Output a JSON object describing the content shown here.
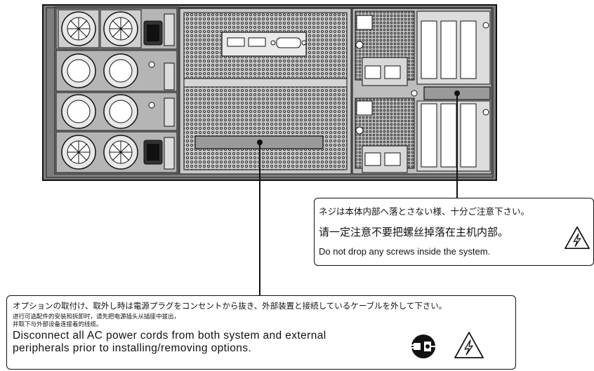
{
  "callout_screws": {
    "japanese": "ネジは本体内部へ落とさない様、十分ご注意下さい。",
    "chinese": "请一定注意不要把螺丝掉落在主机内部。",
    "english": "Do not drop any screws inside the system."
  },
  "callout_power": {
    "japanese": "オプションの取付け、取外し時は電源プラグをコンセントから抜き、外部装置と接続しているケーブルを外して下さい。",
    "chinese_line1": "进行可选配件的安装和拆卸时，请先把电源插头从插座中拔出，",
    "chinese_line2": "并取下与外部设备连接着的线缆。",
    "english": "Disconnect all AC power cords from both system and external peripherals prior to installing/removing options."
  },
  "icons": {
    "warning": "electrical-hazard-warning-icon",
    "unplug": "unplug-power-cord-icon"
  }
}
